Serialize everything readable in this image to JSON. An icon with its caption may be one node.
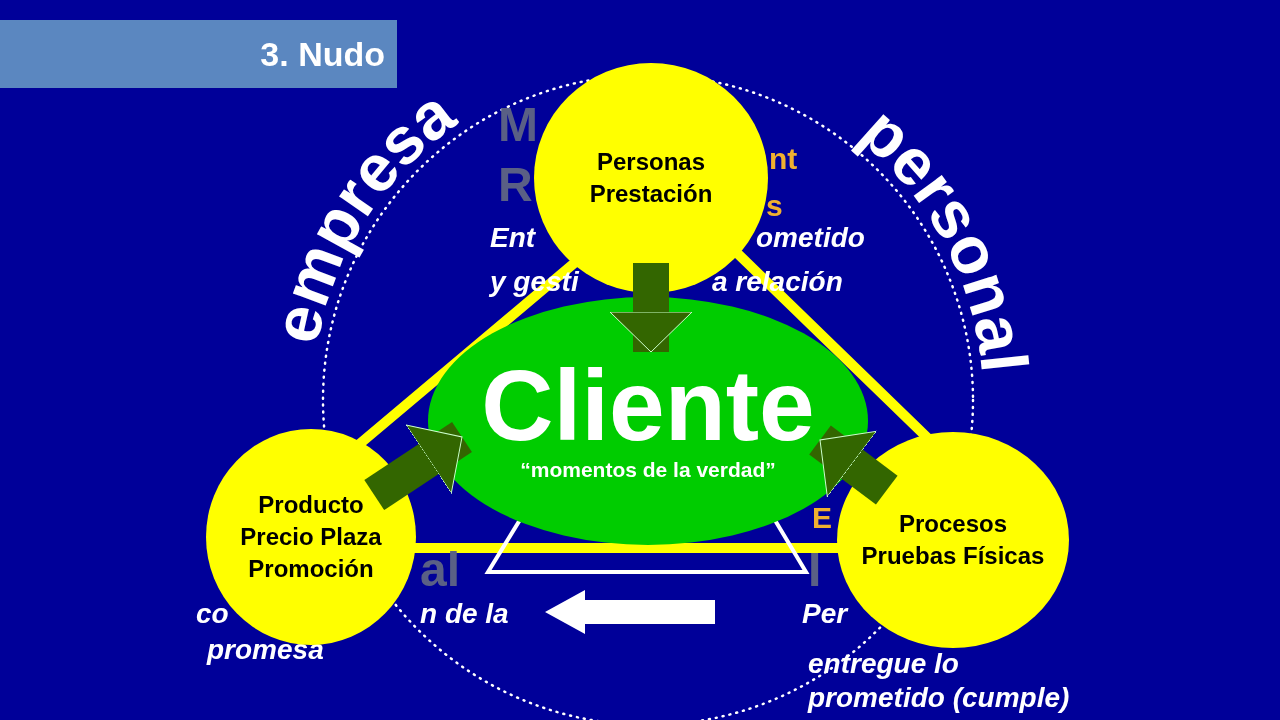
{
  "diagram": {
    "title": "3. Nudo",
    "nodes": [
      {
        "text": [
          "Personas Prestación"
        ]
      },
      {
        "text": [
          "Cliente",
          "“momentos de la verdad”"
        ]
      },
      {
        "text": [
          "Producto Precio Plaza Promoción"
        ]
      },
      {
        "text": [
          "Procesos Pruebas Físicas"
        ]
      }
    ],
    "edges": [
      {
        "from": 0,
        "to": 1,
        "arrow": "to"
      },
      {
        "from": 2,
        "to": 1,
        "arrow": "to"
      },
      {
        "from": 3,
        "to": 1,
        "arrow": "to"
      }
    ],
    "labels": [
      "empresa",
      "M",
      "nt",
      "R",
      "s",
      "personal",
      "Ent",
      "ometido",
      "y gesti",
      "a relación",
      "al",
      "E",
      "I",
      "co",
      "n de la",
      "promesa",
      "Per",
      "entregue lo",
      "prometido (cumple)"
    ]
  }
}
